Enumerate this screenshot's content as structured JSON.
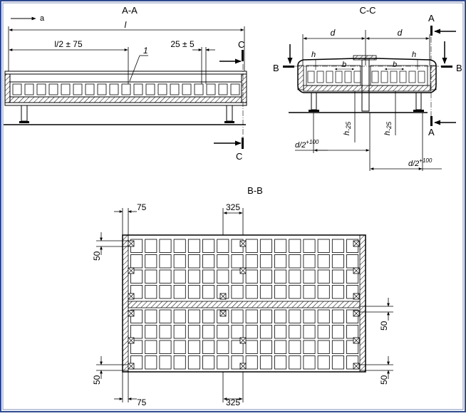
{
  "colors": {
    "frame_border": "#2f4a8f",
    "line": "#000000",
    "background": "#ffffff"
  },
  "view_aa": {
    "title": "A-A",
    "arrow_label": "a",
    "dim_l": "l",
    "dim_l_half": "l/2 ± 75",
    "dim_25": "25 ± 5",
    "callout": "1",
    "cut_top": "C",
    "cut_bottom": "C"
  },
  "view_cc": {
    "title": "C-C",
    "dim_d_left": "d",
    "dim_d_right": "d",
    "h_left": "h",
    "h_right": "h",
    "b_left": "b",
    "b_right": "b",
    "cut_b_left": "B",
    "cut_b_right": "B",
    "cut_a_top": "A",
    "cut_a_bottom": "A",
    "h25_left": "h",
    "h25_left_sub": "-25",
    "h25_right": "h",
    "h25_right_sub": "-25",
    "d2_left": "d/2",
    "d2_left_sup": "+100",
    "d2_right": "d/2",
    "d2_right_sup": "+100"
  },
  "view_bb": {
    "title": "B-B",
    "dim_75_top": "75",
    "dim_325_top": "325",
    "dim_75_bottom": "75",
    "dim_325_bottom": "325",
    "dim_50_left_top": "50",
    "dim_50_left_bottom": "50",
    "dim_50_right_mid": "50",
    "dim_50_right_bottom": "50"
  }
}
